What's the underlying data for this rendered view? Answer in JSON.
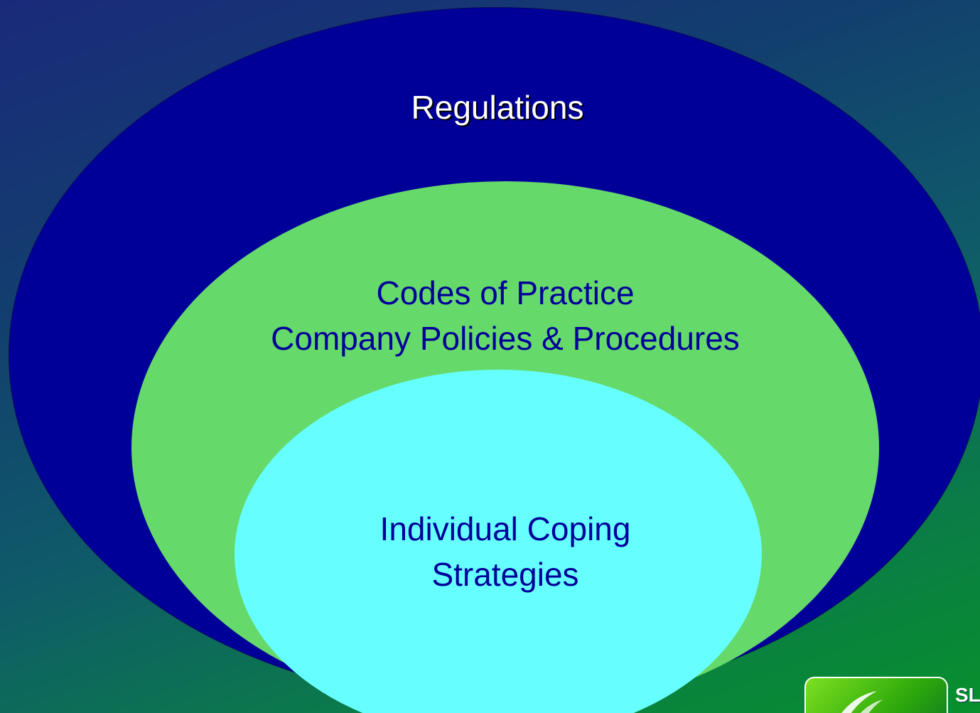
{
  "diagram": {
    "outer": {
      "label": "Regulations",
      "color": "#000099"
    },
    "middle": {
      "lines": [
        "Codes of Practice",
        "Company Policies & Procedures"
      ],
      "color": "#66d96b"
    },
    "inner": {
      "lines": [
        "Individual Coping",
        "Strategies"
      ],
      "color": "#66ffff"
    }
  },
  "logo": {
    "text": "SL"
  },
  "colors": {
    "background_start": "#1a2a7a",
    "background_end": "#07902c",
    "label_dark": "#000099",
    "label_light": "#ffffff"
  }
}
